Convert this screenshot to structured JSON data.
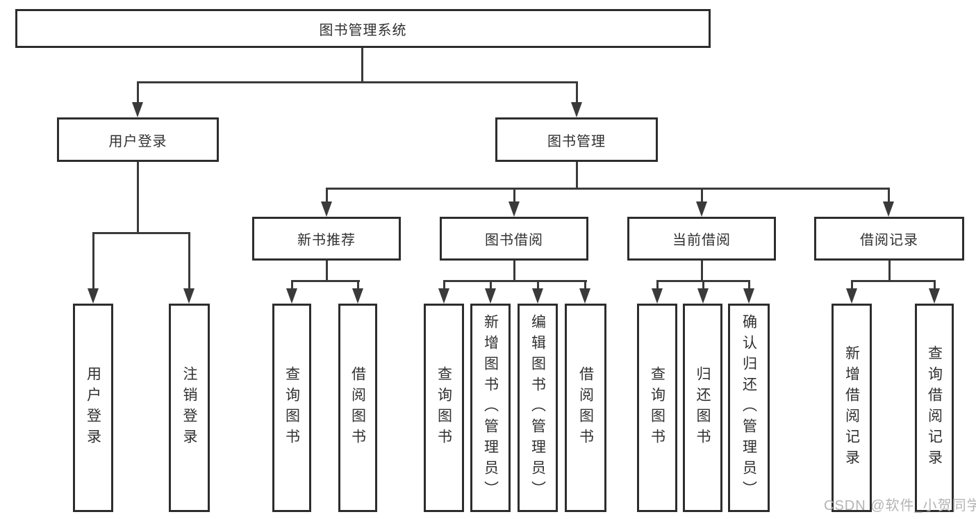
{
  "diagram": {
    "root": {
      "label": "图书管理系统",
      "children": [
        {
          "label": "用户登录",
          "children": [
            {
              "label": "用户登录"
            },
            {
              "label": "注销登录"
            }
          ]
        },
        {
          "label": "图书管理",
          "children": [
            {
              "label": "新书推荐",
              "children": [
                {
                  "label": "查询图书"
                },
                {
                  "label": "借阅图书"
                }
              ]
            },
            {
              "label": "图书借阅",
              "children": [
                {
                  "label": "查询图书"
                },
                {
                  "label": "新增图书（管理员）"
                },
                {
                  "label": "编辑图书（管理员）"
                },
                {
                  "label": "借阅图书"
                }
              ]
            },
            {
              "label": "当前借阅",
              "children": [
                {
                  "label": "查询图书"
                },
                {
                  "label": "归还图书"
                },
                {
                  "label": "确认归还（管理员）"
                }
              ]
            },
            {
              "label": "借阅记录",
              "children": [
                {
                  "label": "新增借阅记录"
                },
                {
                  "label": "查询借阅记录"
                }
              ]
            }
          ]
        }
      ]
    }
  },
  "watermark": {
    "text": "CSDN @软件_小贺同学"
  },
  "colors": {
    "line": "#3a3a3a",
    "border": "#2d2d2d",
    "text": "#303030",
    "watermark": "#b4b4b4",
    "background": "#ffffff"
  }
}
